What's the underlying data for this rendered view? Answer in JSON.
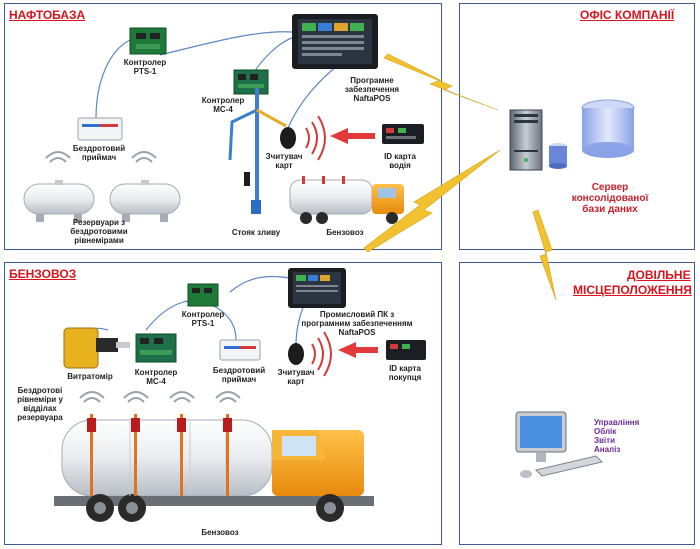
{
  "colors": {
    "frame": "#3d5a96",
    "title": "#d8141c",
    "link": "#5e86c4",
    "lightning": "#f2c12e",
    "arrow": "#e23a3a",
    "server_text": "#c8202a",
    "purple": "#6b2a9b",
    "truck": "#f4a11a"
  },
  "panels": {
    "depot": {
      "title": "НАФТОБАЗА"
    },
    "office": {
      "title": "ОФІС КОМПАНІЇ"
    },
    "tanker": {
      "title": "БЕНЗОВОЗ"
    },
    "anywhere": {
      "title_line1": "ДОВІЛЬНЕ",
      "title_line2": "МІСЦЕПОЛОЖЕННЯ"
    }
  },
  "depot": {
    "controller_pts": [
      "Контролер",
      "PTS-1"
    ],
    "controller_mc": [
      "Контролер",
      "МС-4"
    ],
    "software": [
      "Програмне",
      "забезпечення",
      "NaftaPOS"
    ],
    "wireless_receiver": [
      "Бездротовий",
      "приймач"
    ],
    "reader": [
      "Зчитувач",
      "карт"
    ],
    "driver_id": [
      "ID карта",
      "водія"
    ],
    "reservoirs": [
      "Резервуари з",
      "бездротовими",
      "рівнемірами"
    ],
    "loading_arm": "Стояк зливу",
    "tanker": "Бензовоз"
  },
  "office": {
    "server": [
      "Сервер",
      "консолідованої",
      "бази даних"
    ]
  },
  "tanker": {
    "controller_pts": [
      "Контролер",
      "PTS-1"
    ],
    "industrial_pc": [
      "Промисловий ПК з",
      "програмним забезпеченням",
      "NaftaPOS"
    ],
    "flow_meter": "Витратомір",
    "controller_mc": [
      "Контролер",
      "МС-4"
    ],
    "wireless_receiver": [
      "Бездротовий",
      "приймач"
    ],
    "reader": [
      "Зчитувач",
      "карт"
    ],
    "customer_id": [
      "ID карта",
      "покупця"
    ],
    "level_gauges": [
      "Бездротові",
      "рівнеміри у",
      "відділах",
      "резервуара"
    ],
    "truck": "Бензовоз"
  },
  "anywhere": {
    "functions": [
      "Управління",
      "Облік",
      "Звіти",
      "Аналіз"
    ]
  }
}
